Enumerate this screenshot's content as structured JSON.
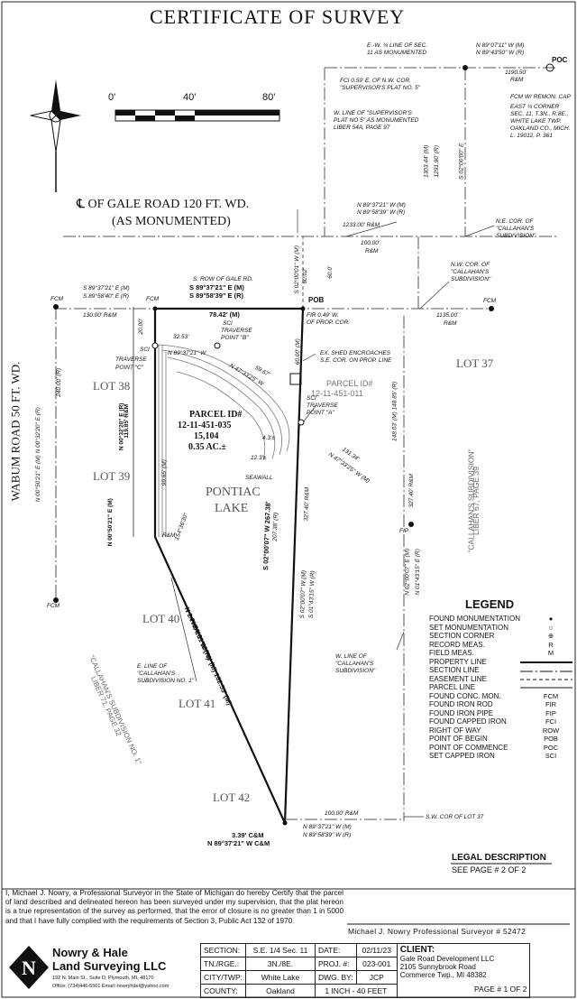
{
  "title": "CERTIFICATE OF SURVEY",
  "scale_bar": {
    "labels": [
      "0'",
      "40'",
      "80'"
    ]
  },
  "road_gale": {
    "line1": "℄ OF GALE ROAD 120 FT. WD.",
    "line2": "(AS MONUMENTED)"
  },
  "road_wabum": "WABUM ROAD 50 FT. WD.",
  "lake": {
    "line1": "PONTIAC",
    "line2": "LAKE"
  },
  "parcel": {
    "label": "PARCEL ID#",
    "id": "12-11-451-035",
    "area_sf": "15,104",
    "area_ac": "0.35 AC.±"
  },
  "adjacent_parcel": {
    "label": "PARCEL ID#",
    "id": "12-11-451-011"
  },
  "lots": [
    "LOT 38",
    "LOT 39",
    "LOT 40",
    "LOT 41",
    "LOT 42",
    "LOT 37"
  ],
  "labels": {
    "ew_line": [
      "E.-W. ¼ LINE OF SEC.",
      "11 AS MONUMENTED"
    ],
    "poc": "POC",
    "ew_bearing_m": "N 89°07'11\" W (M)",
    "ew_bearing_r": "N 89°43'50\" W (R)",
    "ew_dist": "1190.50'",
    "ew_dist2": "R&M",
    "fci_note": [
      "FCI 0.59' E. OF N.W. COR.",
      "\"SUPERVISOR'S PLAT NO. 5\""
    ],
    "fcm_note": [
      "FCM W/ REMON. CAP",
      "EAST ¼ CORNER",
      "SEC. 11, T.3N., R.8E.,",
      "WHITE LAKE TWP.",
      "OAKLAND CO., MICH.",
      "L. 19012, P. 361"
    ],
    "sup_plat": [
      "W. LINE OF \"SUPERVISOR'S",
      "PLAT NO 5\" AS MONUMENTED",
      "LIBER 54A, PAGE 97"
    ],
    "vert_1303": "1303.44' (M)",
    "vert_1291": "1291.90' (R)",
    "vert_bearing": "S 02°00'00\" E",
    "top_bearing_m": "N 89°37'21\" W (M)",
    "top_bearing_r": "N 89°58'39\" W (R)",
    "top_dist": "1233.00' R&M",
    "ne_cor": [
      "N.E. COR. OF",
      "\"CALLAHAN'S",
      "SUBDIVISION\""
    ],
    "nw_cor": [
      "N.W. COR. OF",
      "\"CALLAHAN'S",
      "SUBDIVISION\""
    ],
    "dist_100_top": "100.00'",
    "rm": "R&M",
    "dist_600_left": "60.02'",
    "dist_600_right": "60.0'",
    "vert_s02": "S 02°00'01\" W (M)",
    "srow": "S. ROW OF GALE RD.",
    "srow_m": "S 89°37'21\" E (M)",
    "srow_r": "S 89°58'39\" E (R)",
    "pob": "POB",
    "fir": [
      "FIR 0.49' W.",
      "OF PROP. COR."
    ],
    "fcm": "FCM",
    "dist_1135": "1135.00'",
    "left_bearing_e": "S 89°37'21\" E (M)",
    "left_bearing_e_r": "S 89°58'40\" E (R)",
    "dist_130": "130.00' R&M",
    "dist_7842": "78.42' (M)",
    "sci_b": [
      "SCI",
      "TRAVERSE",
      "POINT \"B\""
    ],
    "sci_c": [
      "SCI",
      "TRAVERSE",
      "POINT \"C\""
    ],
    "sci_a": [
      "SCI",
      "TRAVERSE",
      "POINT \"A\""
    ],
    "dist_3253": "32.53'",
    "dist_20": "20.00'",
    "b_bearing": "N 89°37'21\" W",
    "dist_5967": "59.67'",
    "a_bearing": "N 47°33'25\" W",
    "shed": [
      "EX. SHED ENCROACHES",
      "S.E. COR. ON PROP. LINE"
    ],
    "dist_60_shed": "60.00' (M)",
    "dist_43": "4.3'±",
    "dist_123": "12.3'±",
    "seawall": "SEAWALL",
    "dist_13134": "131.34'",
    "bearing_4733": "N 47°33'25\" W (M)",
    "dist_11985": "119.85' R&M",
    "left_lot_bearing": "N 00°32'20\" E (R)",
    "left_lot_bearing_m": "N 00°50'21\" E (M)",
    "dist_9965": "99.65' (M)",
    "dist_15430": "154°36'30\"",
    "rm2": "R&M",
    "wabum_bearing": "N 00°50'21\" E (M) N 00°32'20\" E (R)",
    "dist_240": "240.00' (R)",
    "center_bearing": "S 02°00'07\" W 267.38'",
    "dist_20738": "207.38' (R)",
    "east_bearing1": "S 02°00'07\" W (M)",
    "east_bearing2": "S 01°43'15\" W (R)",
    "dist_32740": "327.40' R&M",
    "dist_14803": "148.03' (M) 148.85' (R)",
    "dist_32740b": "327.40' R&M",
    "fip": "FIP",
    "fip_bearing1": "N 02°00'07\" E (M)",
    "fip_bearing2": "N 01°43'15\" E (R)",
    "callahan_sub": [
      "\"CALLAHAN'S SUBDIVISION\"",
      "LIBER 67, PAGE 39"
    ],
    "w_line_callahan": [
      "W. LINE OF",
      "\"CALLAHAN'S",
      "SUBDIVISION\""
    ],
    "diag_bearing_r": "N 24°49'10\" W (R)",
    "diag_bearing_m": "N 24°31'09\" W (M) 162.53' (M)",
    "e_line": [
      "E. LINE OF",
      "\"CALLAHAN'S",
      "SUBDIVISION NO. 1\""
    ],
    "callahan_sub1": [
      "\"CALLAHAN'S SUBDIVISION NO. 1\"",
      "LIBER 71, PAGE 32"
    ],
    "dist_339": "3.39' C&M",
    "bottom_bearing": "N 89°37'21\" W C&M",
    "dist_100b": "100.00' R&M",
    "bot_bearing_m": "N 89°37'21\" W (M)",
    "bot_bearing_r": "N 89°58'39\" W (R)",
    "sw_cor": "S.W. COR OF LOT 37"
  },
  "legend": {
    "title": "LEGEND",
    "items": [
      {
        "label": "FOUND MONUMENTATION",
        "sym": "●"
      },
      {
        "label": "SET MONUMENTATION",
        "sym": "○"
      },
      {
        "label": "SECTION CORNER",
        "sym": "⊕"
      },
      {
        "label": "RECORD MEAS.",
        "sym": "R"
      },
      {
        "label": "FIELD MEAS.",
        "sym": "M"
      },
      {
        "label": "PROPERTY LINE",
        "sym": ""
      },
      {
        "label": "SECTION LINE",
        "sym": ""
      },
      {
        "label": "EASEMENT LINE",
        "sym": ""
      },
      {
        "label": "PARCEL LINE",
        "sym": ""
      },
      {
        "label": "FOUND CONC. MON.",
        "sym": "FCM"
      },
      {
        "label": "FOUND IRON ROD",
        "sym": "FIR"
      },
      {
        "label": "FOUND IRON PIPE",
        "sym": "FIP"
      },
      {
        "label": "FOUND CAPPED IRON",
        "sym": "FCI"
      },
      {
        "label": "RIGHT OF WAY",
        "sym": "ROW"
      },
      {
        "label": "POINT OF BEGIN",
        "sym": "POB"
      },
      {
        "label": "POINT OF COMMENCE",
        "sym": "POC"
      },
      {
        "label": "SET CAPPED IRON",
        "sym": "SCI"
      }
    ]
  },
  "legal": {
    "title": "LEGAL DESCRIPTION",
    "text": "SEE PAGE # 2 OF 2"
  },
  "certification": "I, Michael J. Nowry, a Professional Surveyor in the State of Michigan do hereby Certify that the parcel of land described and delineated hereon has been surveyed under my supervision, that the plat hereon is a true representation of the survey as performed, that the error of closure is no greater than 1 in 5000 and that I have fully complied with the requirements of Section 3, Public Act 132 of 1970.",
  "signature_line": "Michael J. Nowry Professional Surveyor # 52472",
  "company": {
    "name1": "Nowry & Hale",
    "name2": "Land Surveying LLC",
    "addr": "192 N. Main St., Suite D, Plymouth, MI, 48170",
    "contact": "Office: (734)446-5501 Email: nowryhdel@yahoo.com"
  },
  "titleblock": {
    "section_k": "SECTION:",
    "section_v": "S.E. 1/4 Sec. 11",
    "tn_k": "TN./RGE.:",
    "tn_v": "3N./8E.",
    "city_k": "CITY/TWP:",
    "city_v": "White Lake",
    "county_k": "COUNTY:",
    "county_v": "Oakland",
    "date_k": "DATE:",
    "date_v": "02/11/23",
    "proj_k": "PROJ. #:",
    "proj_v": "023-001",
    "dwg_k": "DWG. BY:",
    "dwg_v": "JCP",
    "scale_v": "1 INCH - 40 FEET",
    "page_v": "PAGE # 1 OF 2",
    "client_k": "CLIENT:",
    "client_l1": "Gale Road Development LLC",
    "client_l2": "2105 Sunnybrook Road",
    "client_l3": "Commerce Twp., MI 48382"
  }
}
